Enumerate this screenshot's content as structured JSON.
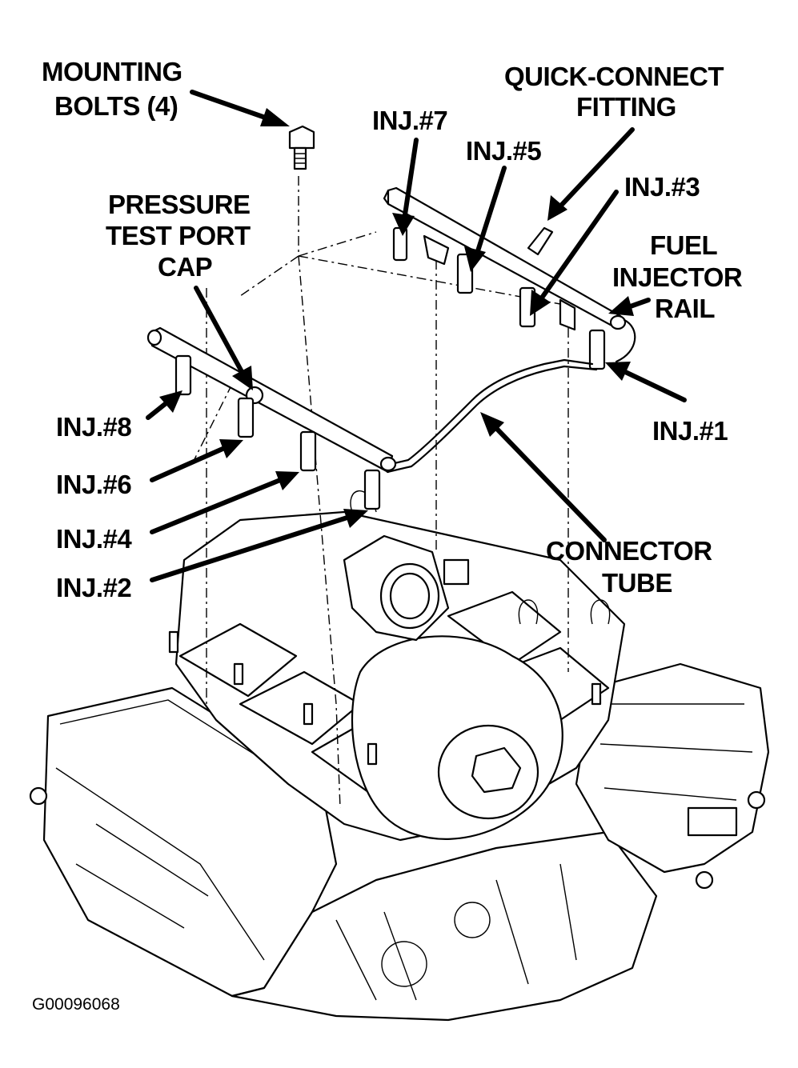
{
  "labels": {
    "mounting_bolts": [
      "MOUNTING",
      "BOLTS (4)"
    ],
    "quick_connect": [
      "QUICK-CONNECT",
      "FITTING"
    ],
    "inj7": "INJ.#7",
    "inj5": "INJ.#5",
    "inj3": "INJ.#3",
    "pressure_test_port_cap": [
      "PRESSURE",
      "TEST PORT",
      "CAP"
    ],
    "fuel_injector_rail": [
      "FUEL",
      "INJECTOR",
      "RAIL"
    ],
    "inj8": "INJ.#8",
    "inj6": "INJ.#6",
    "inj4": "INJ.#4",
    "inj2": "INJ.#2",
    "inj1": "INJ.#1",
    "connector_tube": [
      "CONNECTOR",
      "TUBE"
    ]
  },
  "figure_id": "G00096068"
}
